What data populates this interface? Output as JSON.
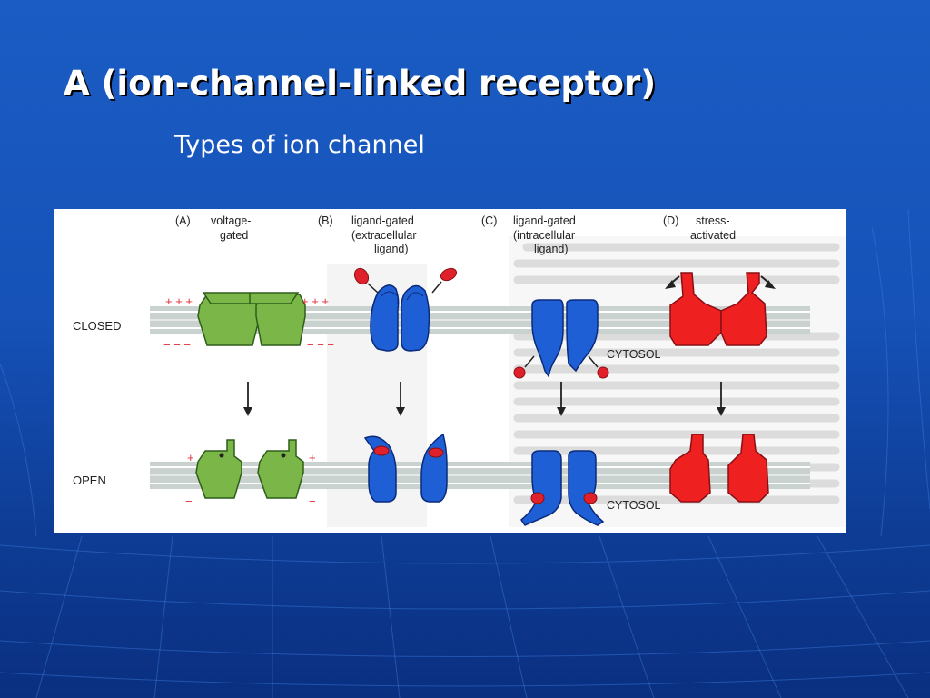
{
  "slide": {
    "title": "A (ion-channel-linked receptor)",
    "subtitle": "Types of ion channel"
  },
  "diagram": {
    "panels": [
      {
        "letter": "(A)",
        "line1": "voltage-",
        "line2": "gated",
        "line3": ""
      },
      {
        "letter": "(B)",
        "line1": "ligand-gated",
        "line2": "(extracellular",
        "line3": "ligand)"
      },
      {
        "letter": "(C)",
        "line1": "ligand-gated",
        "line2": "(intracellular",
        "line3": "ligand)"
      },
      {
        "letter": "(D)",
        "line1": "stress-",
        "line2": "activated",
        "line3": ""
      }
    ],
    "row_labels": {
      "closed": "CLOSED",
      "open": "OPEN"
    },
    "cytosol_label": "CYTOSOL",
    "charges": {
      "plus3": "+ + +",
      "minus3": "− − −",
      "plus": "+",
      "minus": "−"
    }
  },
  "colors": {
    "background": "#1652b8",
    "voltage_gated": "#7ab648",
    "ligand_gated": "#1f5fd6",
    "stress_activated": "#ee2020",
    "ligand": "#e0202a",
    "membrane": "#c9d2cf",
    "charge": "#e0303a"
  }
}
